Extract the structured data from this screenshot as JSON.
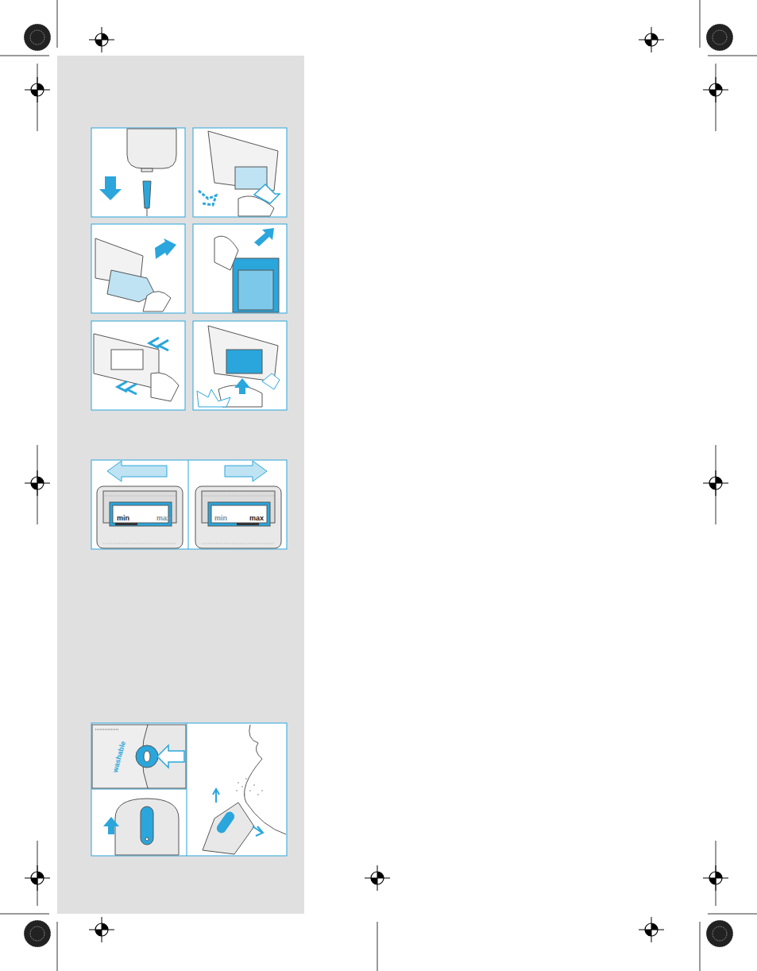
{
  "diagram": {
    "labels": [
      "min",
      "max",
      "min",
      "max",
      "washable"
    ]
  }
}
